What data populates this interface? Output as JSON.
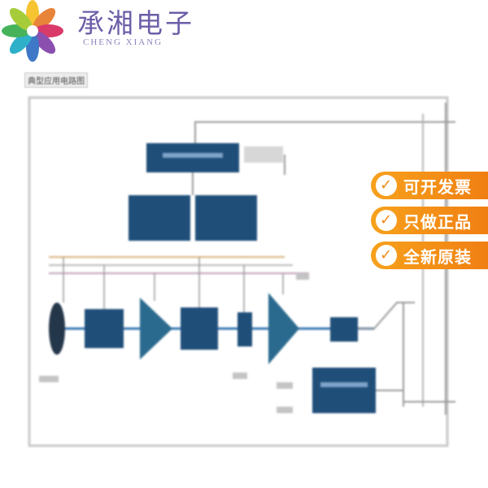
{
  "brand": {
    "name_cn": "承湘电子",
    "name_en": "CHENG XIANG",
    "colors": {
      "petal_1": "#f6c431",
      "petal_2": "#e8833a",
      "petal_3": "#d93a6a",
      "petal_4": "#8b4fb0",
      "petal_5": "#3e78c6",
      "petal_6": "#2fb0c9",
      "petal_7": "#46b35a",
      "petal_8": "#a6cc3a"
    }
  },
  "figure": {
    "caption": "典型应用电路图"
  },
  "diagram": {
    "block_color": "#1f4e79",
    "line_color": "#9a9a9a",
    "frame_color": "#c9c9c9"
  },
  "badges": [
    {
      "label": "可开发票",
      "icon": "check-icon"
    },
    {
      "label": "只做正品",
      "icon": "check-icon"
    },
    {
      "label": "全新原装",
      "icon": "check-icon"
    }
  ],
  "badge_colors": {
    "start": "#f7a11c",
    "end": "#f07f12"
  }
}
